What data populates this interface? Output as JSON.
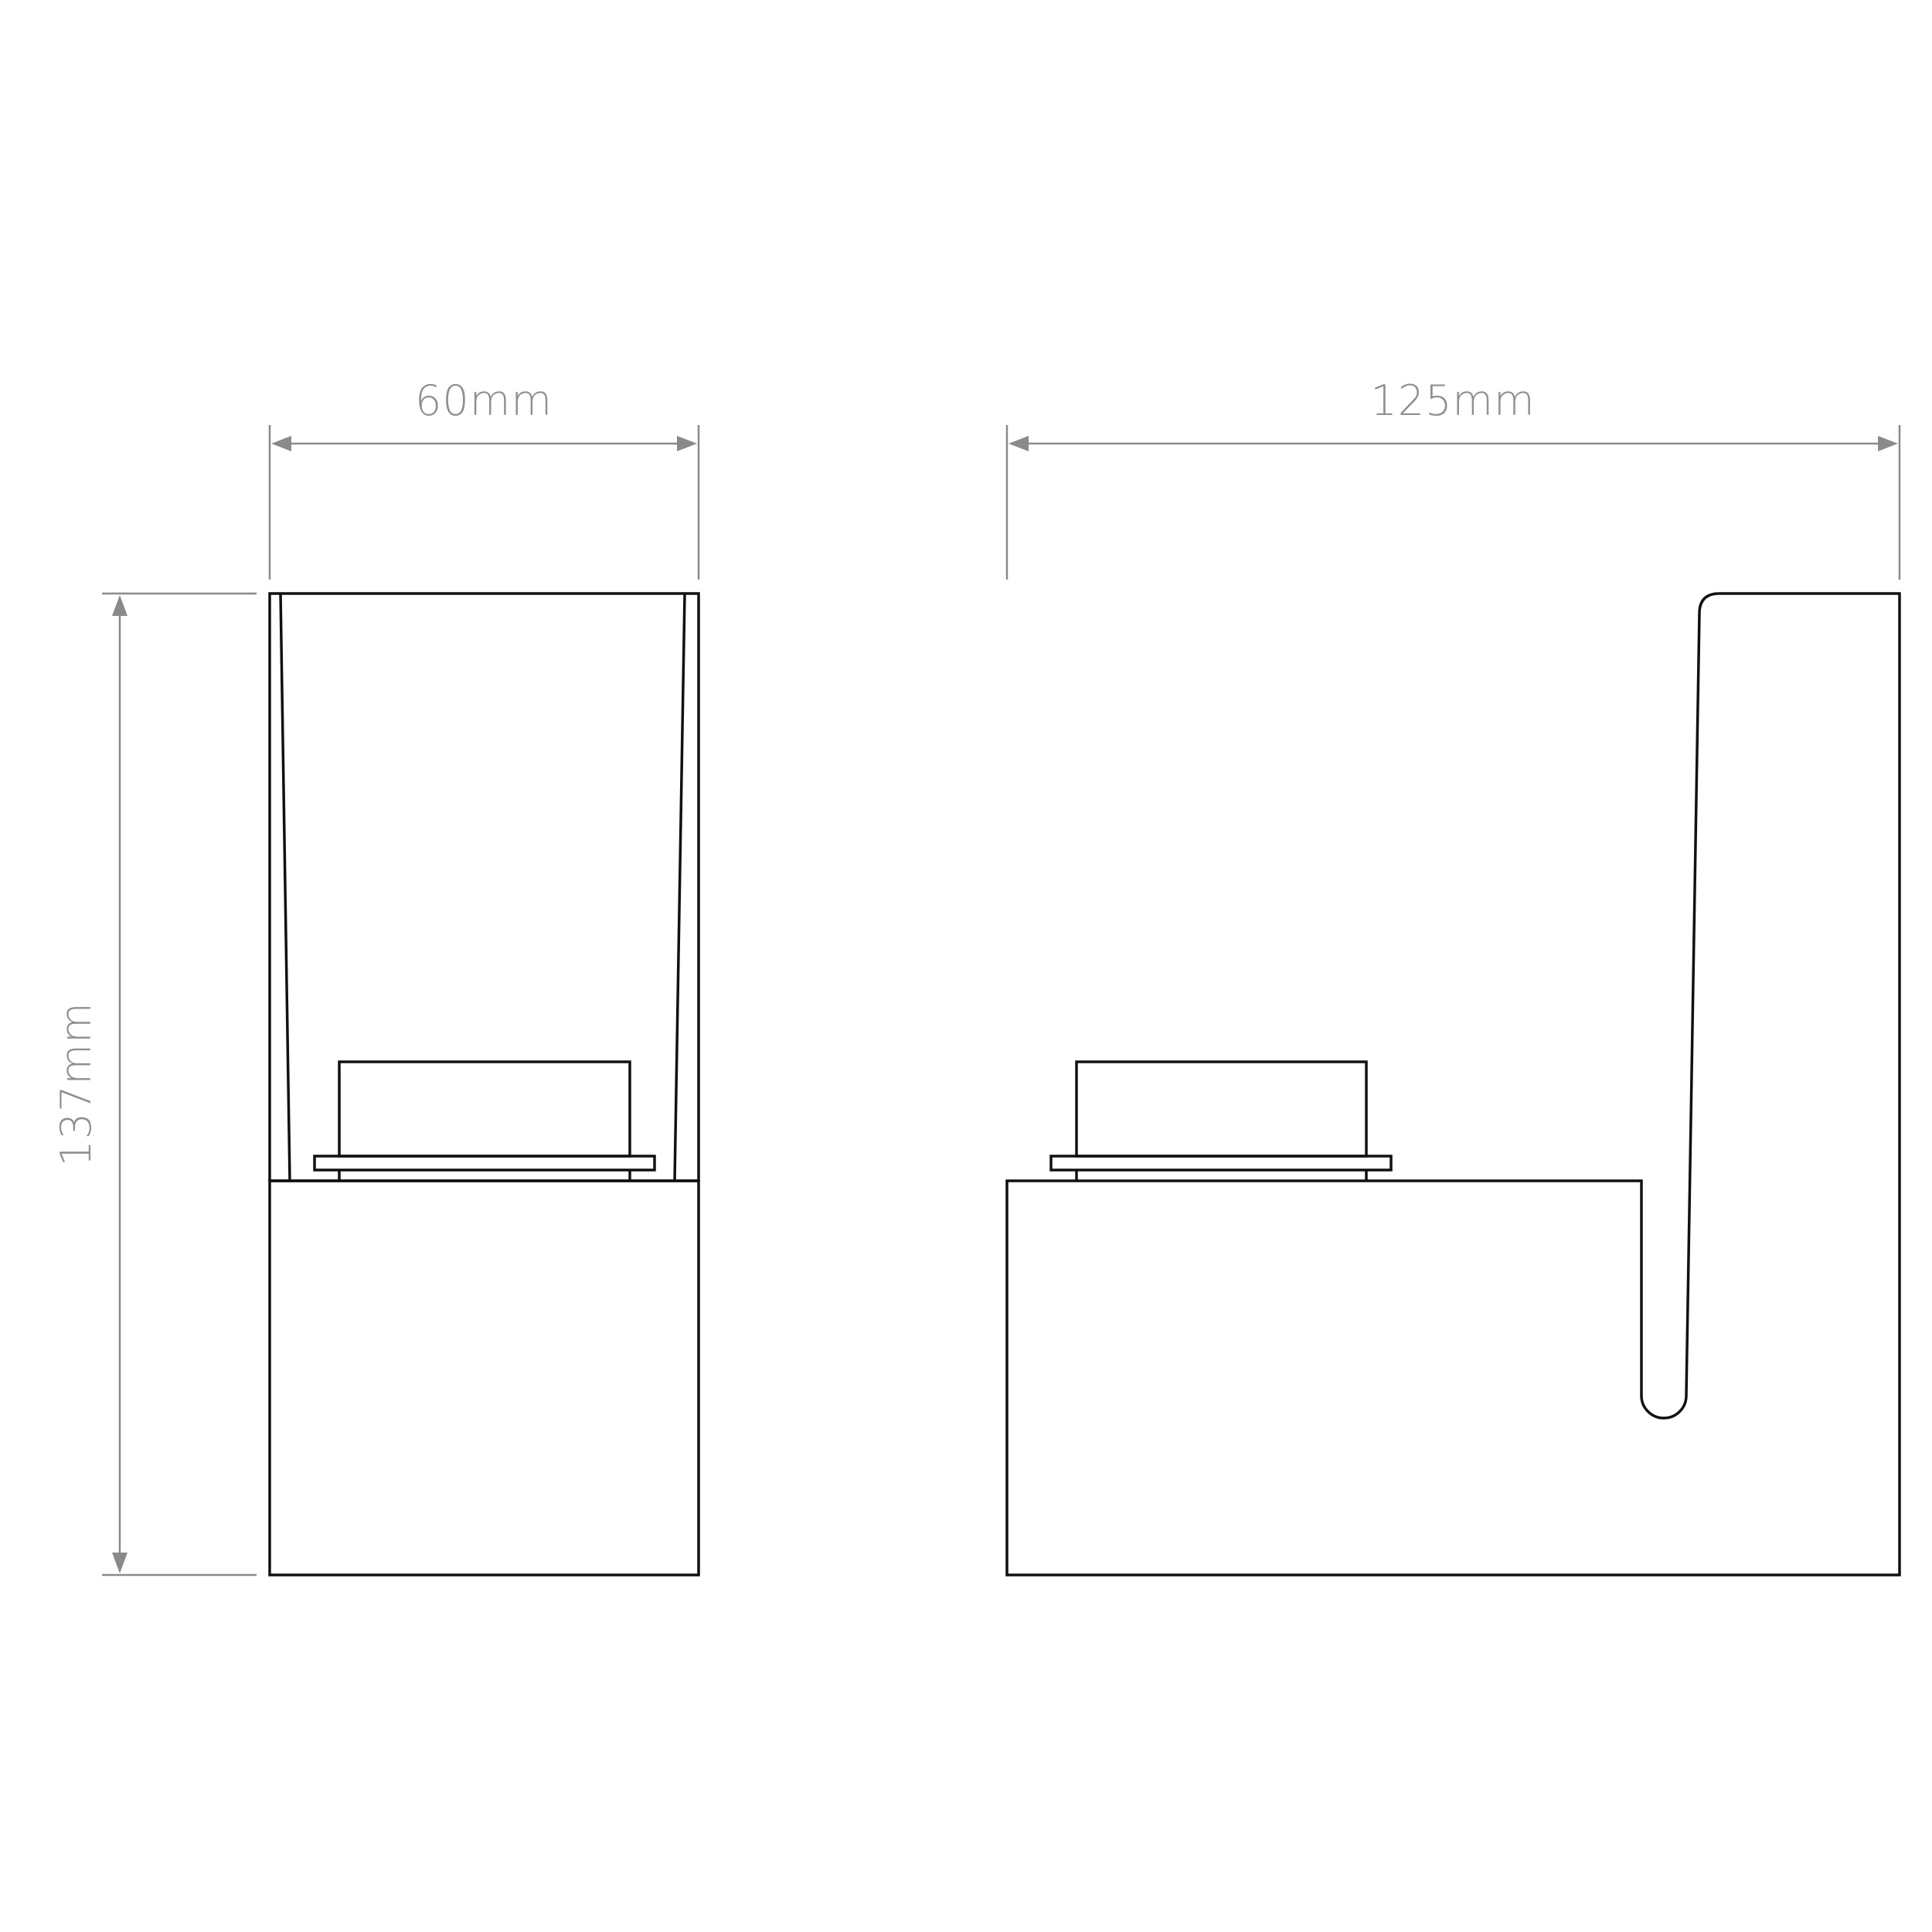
{
  "dimensions": {
    "front_width": "60mm",
    "side_width": "125mm",
    "height": "137mm"
  },
  "colors": {
    "outline": "#111111",
    "dimension": "#8a8a8a",
    "background": "#ffffff"
  }
}
